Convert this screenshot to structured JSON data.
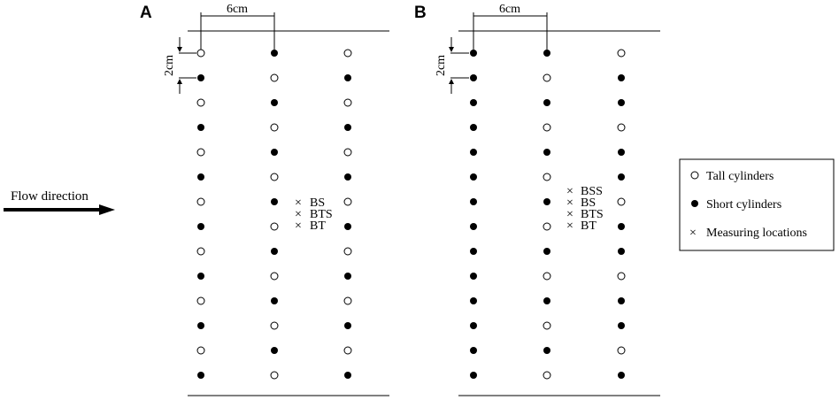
{
  "panels": [
    {
      "id": "A",
      "label": "A",
      "dimension_spacing": "6cm",
      "dimension_gap": "2cm",
      "columns": [
        [
          "tall",
          "short",
          "tall",
          "short",
          "tall",
          "short",
          "tall",
          "short",
          "tall",
          "short",
          "tall",
          "short",
          "tall",
          "short"
        ],
        [
          "short",
          "tall",
          "short",
          "tall",
          "short",
          "tall",
          "short",
          "tall",
          "short",
          "tall",
          "short",
          "tall",
          "short",
          "tall"
        ],
        [
          "tall",
          "short",
          "tall",
          "short",
          "tall",
          "short",
          "tall",
          "short",
          "tall",
          "short",
          "tall",
          "short",
          "tall",
          "short"
        ]
      ],
      "measuring_labels": [
        "BS",
        "BTS",
        "BT"
      ]
    },
    {
      "id": "B",
      "label": "B",
      "dimension_spacing": "6cm",
      "dimension_gap": "2cm",
      "columns": [
        [
          "short",
          "short",
          "short",
          "short",
          "short",
          "short",
          "short",
          "short",
          "short",
          "short",
          "short",
          "short",
          "short",
          "short"
        ],
        [
          "short",
          "tall",
          "short",
          "tall",
          "short",
          "tall",
          "short",
          "tall",
          "short",
          "tall",
          "short",
          "tall",
          "short",
          "tall"
        ],
        [
          "tall",
          "short",
          "short",
          "tall",
          "short",
          "short",
          "tall",
          "short",
          "short",
          "tall",
          "short",
          "short",
          "tall",
          "short"
        ]
      ],
      "measuring_labels": [
        "BSS",
        "BS",
        "BTS",
        "BT"
      ]
    }
  ],
  "flow": {
    "label": "Flow direction"
  },
  "legend": {
    "items": [
      {
        "symbol": "tall",
        "label": "Tall cylinders"
      },
      {
        "symbol": "short",
        "label": "Short cylinders"
      },
      {
        "symbol": "cross",
        "label": "Measuring locations"
      }
    ]
  }
}
